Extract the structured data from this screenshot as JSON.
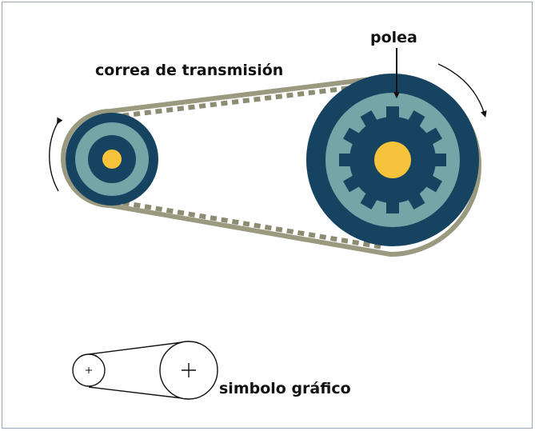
{
  "labels": {
    "belt": "correa de transmisión",
    "pulley": "polea",
    "symbol": "simbolo gráfico"
  },
  "colors": {
    "belt": "#9a9a80",
    "belt_teeth": "#8c8c72",
    "dark_navy": "#154360",
    "teal": "#76a5a8",
    "hub": "#f6c33a",
    "ink": "#111111",
    "frame": "#9aa3b8"
  },
  "icons": {
    "rotation_left": "curved-arrow-icon",
    "rotation_right": "curved-arrow-icon",
    "pointer": "down-arrow-icon",
    "symbol_center": "plus-icon"
  }
}
